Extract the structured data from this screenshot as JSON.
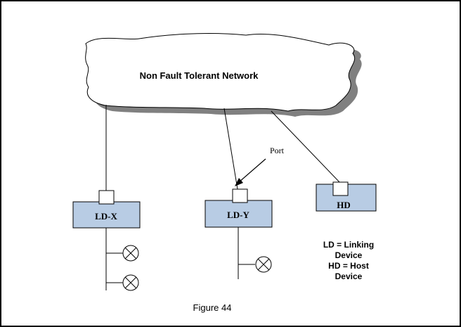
{
  "network": {
    "label": "Non Fault Tolerant Network"
  },
  "devices": [
    {
      "id": "ldx",
      "label": "LD-X",
      "color": "#b8cce4",
      "lamps": 2
    },
    {
      "id": "ldy",
      "label": "LD-Y",
      "color": "#b8cce4",
      "lamps": 1
    },
    {
      "id": "hd",
      "label": "HD",
      "color": "#b8cce4",
      "lamps": 0
    }
  ],
  "port_label": "Port",
  "legend": {
    "line1": "LD = Linking",
    "line2": "Device",
    "line3": "HD = Host",
    "line4": "Device"
  },
  "caption": "Figure 44",
  "colors": {
    "border": "#000000",
    "cloud_fill": "#ffffff",
    "cloud_shadow": "#808080",
    "device_fill": "#b8cce4"
  }
}
